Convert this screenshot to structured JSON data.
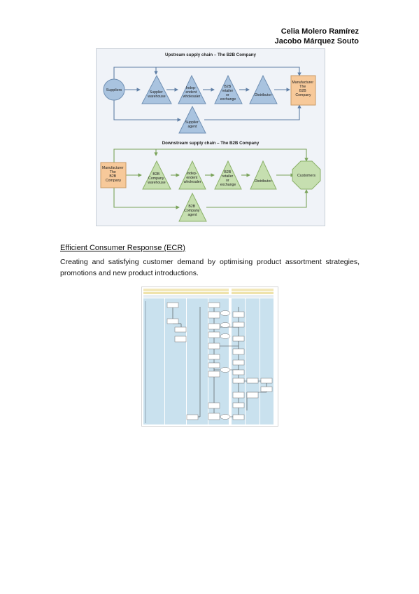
{
  "authors": [
    "Celia Molero Ramírez",
    "Jacobo Márquez Souto"
  ],
  "figure1": {
    "upstream": {
      "title": "Upstream supply chain – The B2B Company",
      "suppliers": "Suppliers",
      "supplier_warehouse": [
        "Supplier",
        "warehouse"
      ],
      "independent_wholesaler": [
        "Indep-",
        "endent",
        "wholesaler"
      ],
      "b2b_retailer": [
        "B2B",
        "retailer",
        "or",
        "exchange"
      ],
      "distributor": "Distributor",
      "manufacturer": [
        "Manufacturer",
        "The",
        "B2B",
        "Company"
      ],
      "supplier_agent": [
        "Supplier",
        "agent"
      ]
    },
    "downstream": {
      "title": "Downstream supply chain – The B2B Company",
      "manufacturer": [
        "Manufacturer",
        "The",
        "B2B",
        "Company"
      ],
      "company_warehouse": [
        "B2B",
        "Company",
        "warehouse"
      ],
      "independent_wholesaler": [
        "Indep-",
        "endent",
        "wholesaler"
      ],
      "b2b_retailer": [
        "B2B",
        "retailer",
        "or",
        "exchange"
      ],
      "distributor": "Distributor",
      "customers": "Customers",
      "company_agent": [
        "B2B",
        "Company",
        "agent"
      ]
    },
    "colors": {
      "blue_fill": "#a9c3df",
      "blue_stroke": "#6f8fb3",
      "green_fill": "#c6dfb0",
      "green_stroke": "#8bb06a",
      "orange_fill": "#f7c99a",
      "orange_stroke": "#c99a66"
    }
  },
  "section_title": "Efficient Consumer Response (ECR)",
  "paragraph": "Creating and satisfying customer demand by optimising product assortment strategies, promotions and new product introductions.",
  "figure2": {
    "colors": {
      "lane_fill": "#c9e1ee",
      "header_fill": "#f2e7b8",
      "box_fill": "#ffffff"
    }
  }
}
